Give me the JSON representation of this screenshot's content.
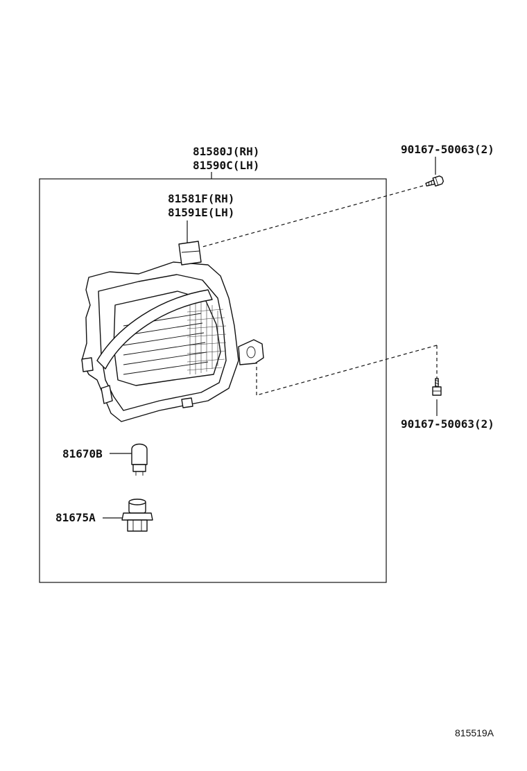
{
  "labels": {
    "assembly_rh": "81580J(RH)",
    "assembly_lh": "81590C(LH)",
    "lens_rh": "81581F(RH)",
    "lens_lh": "81591E(LH)",
    "screw_top": "90167-50063(2)",
    "screw_bottom": "90167-50063(2)",
    "bulb": "81670B",
    "socket": "81675A"
  },
  "figure_ref": "815519A"
}
